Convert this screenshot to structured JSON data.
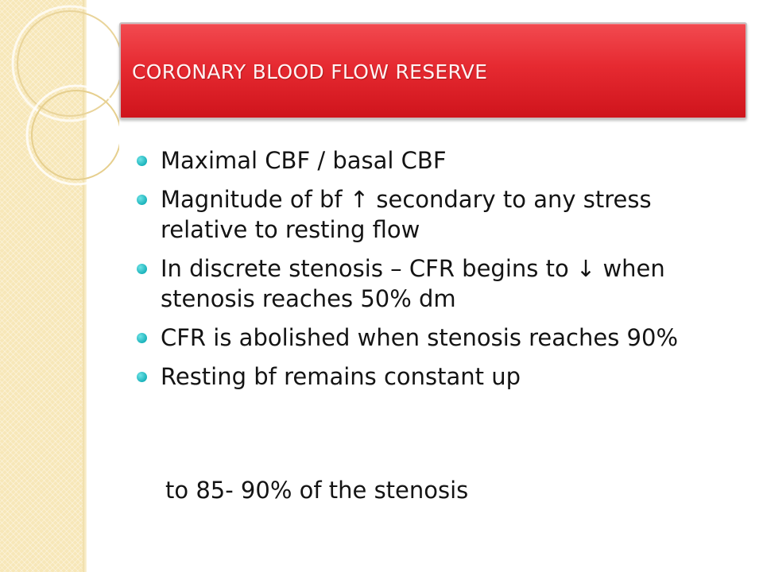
{
  "title": "CORONARY BLOOD FLOW RESERVE",
  "bullets": [
    "Maximal CBF / basal CBF",
    "Magnitude of bf ↑ secondary to any stress relative to resting flow",
    "In discrete stenosis – CFR begins to ↓ when stenosis reaches 50% dm",
    "CFR is abolished when stenosis reaches 90%",
    "Resting bf remains constant up"
  ],
  "continuation": "to 85- 90% of the stenosis",
  "colors": {
    "banner_red": "#e62a31",
    "bullet_teal": "#1bb3bb",
    "strip_cream": "#f7e7b8"
  }
}
